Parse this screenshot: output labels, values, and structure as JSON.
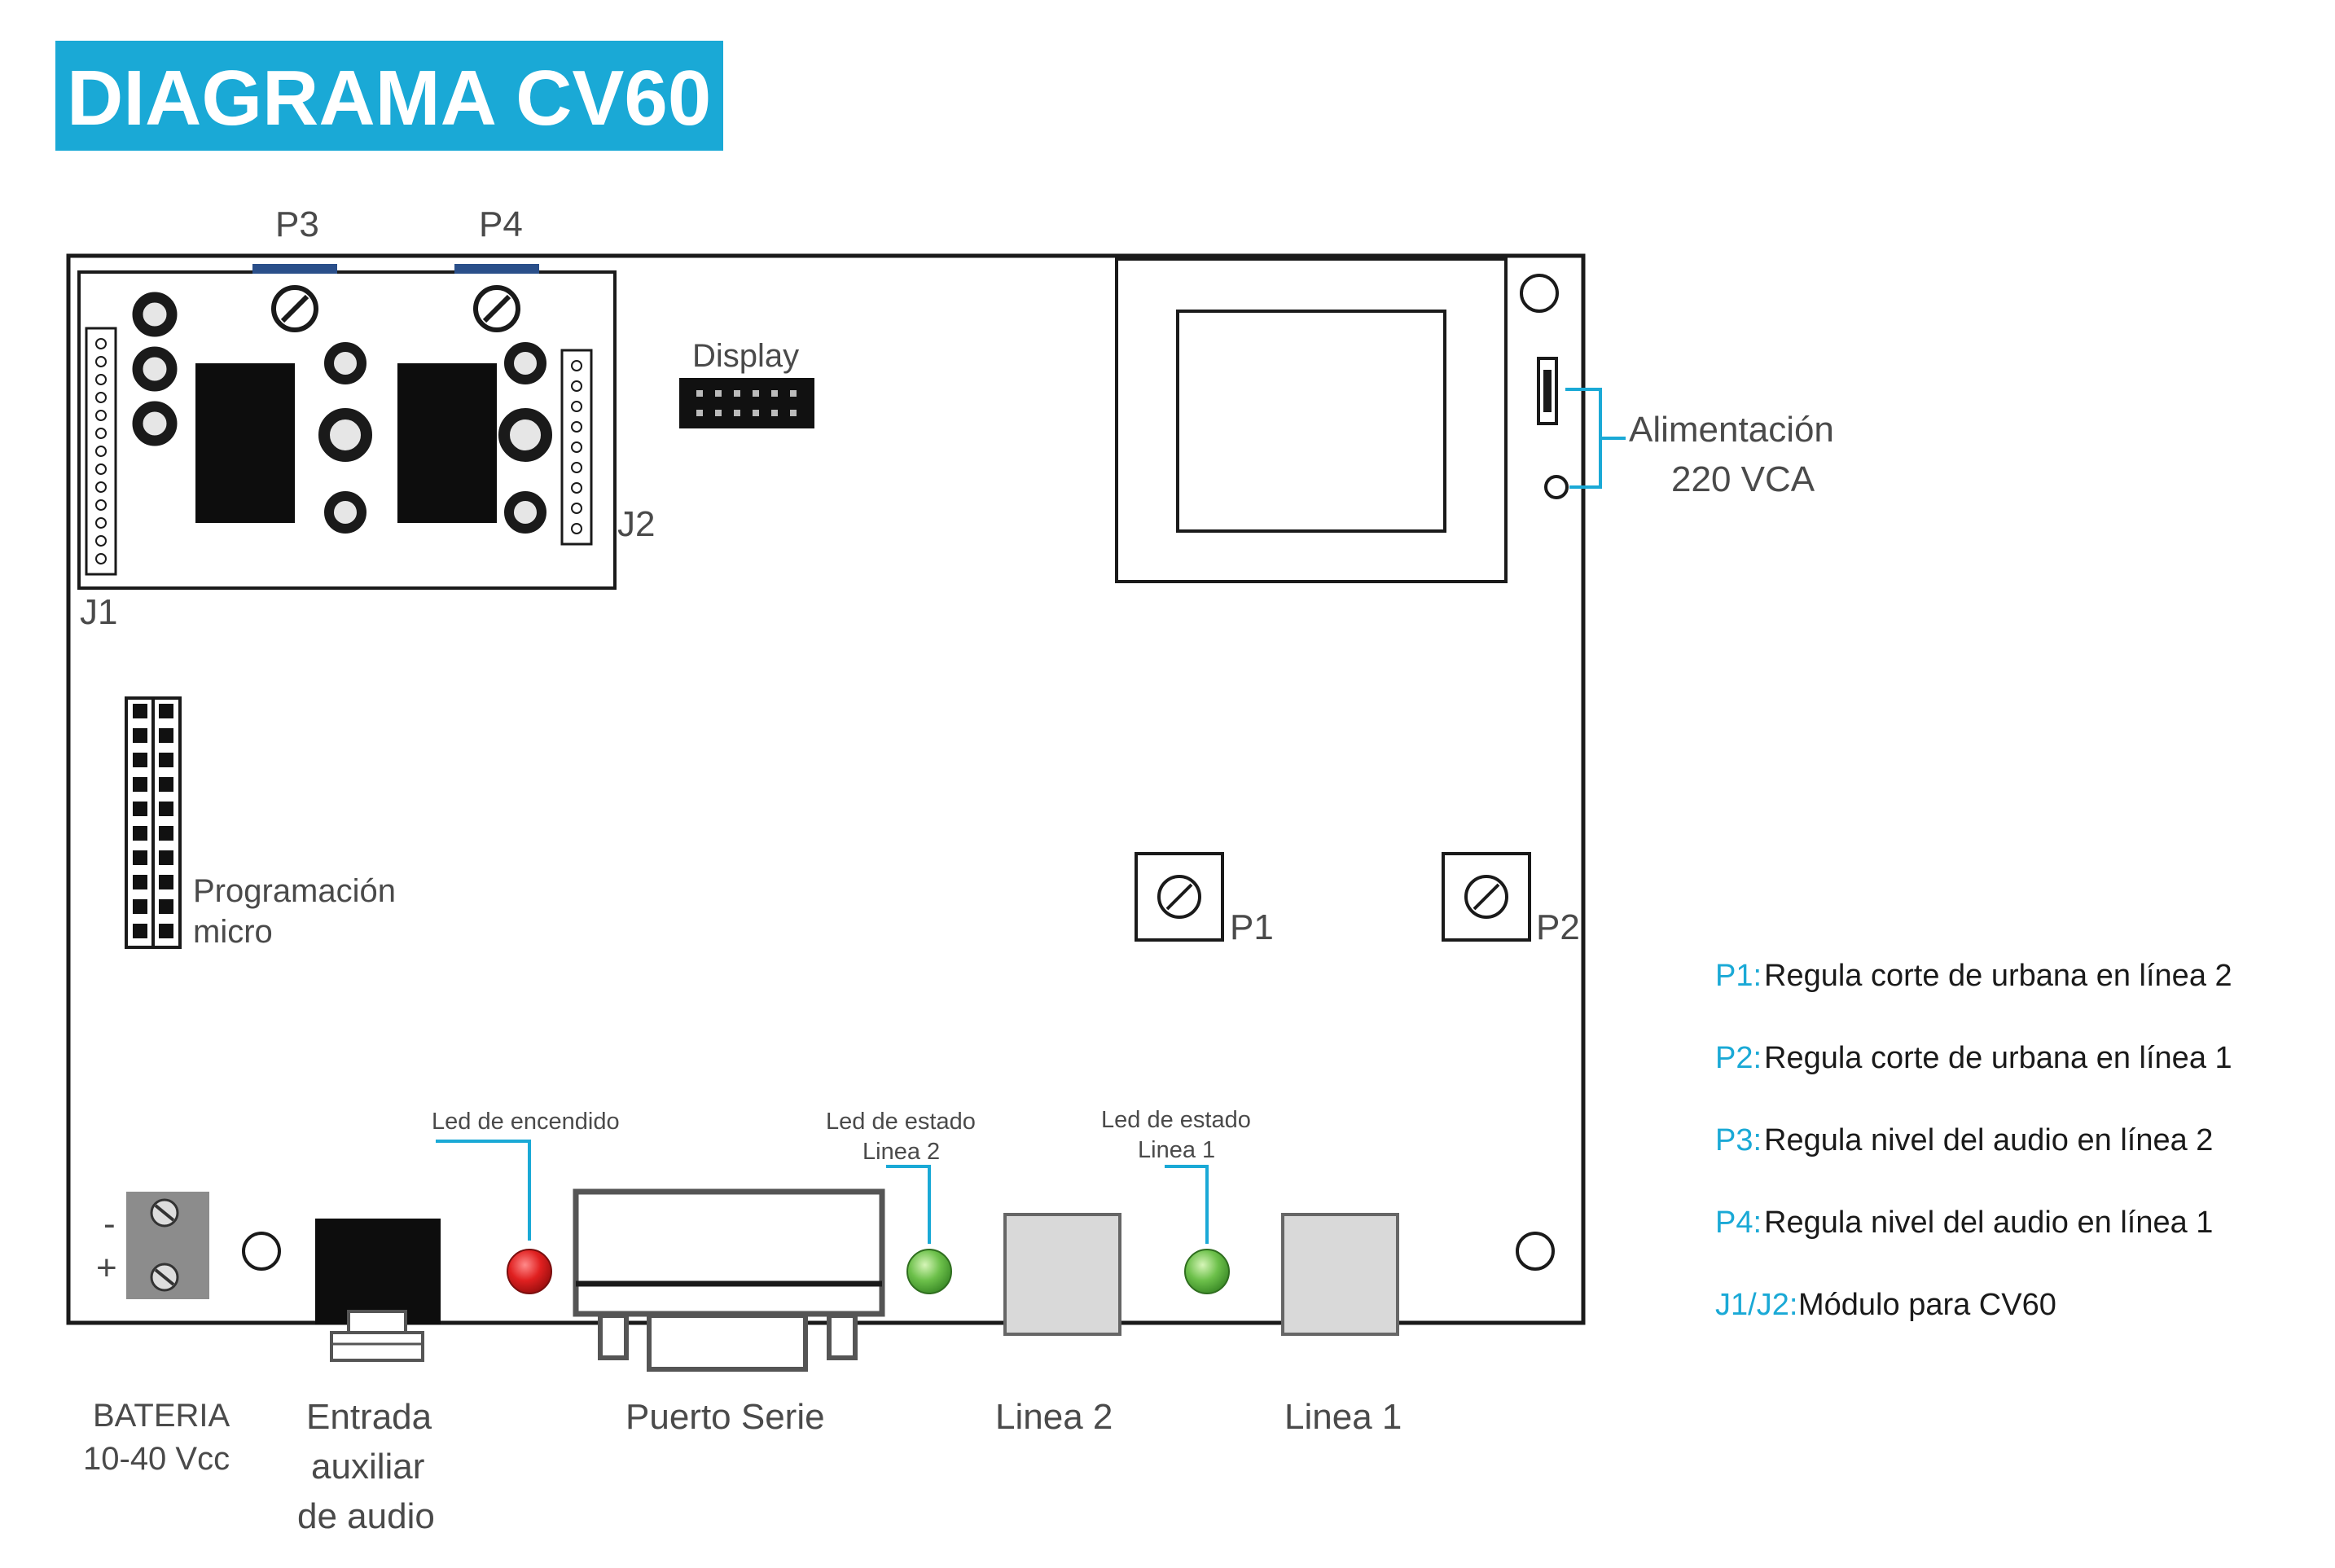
{
  "title": "DIAGRAMA CV60",
  "colors": {
    "accent": "#1aa9d6",
    "led_power": "#e02020",
    "led_status": "#6cc04a",
    "board_line": "#1a1a1a"
  },
  "labels": {
    "p3": "P3",
    "p4": "P4",
    "display": "Display",
    "j1": "J1",
    "j2": "J2",
    "power_line1": "Alimentación",
    "power_line2": "220 VCA",
    "prog_line1": "Programación",
    "prog_line2": "micro",
    "p1": "P1",
    "p2": "P2",
    "led_power": "Led de encendido",
    "led_state2_line1": "Led de estado",
    "led_state2_line2": "Linea 2",
    "led_state1_line1": "Led de estado",
    "led_state1_line2": "Linea 1",
    "minus": "-",
    "plus": "+",
    "battery_line1": "BATERIA",
    "battery_line2": "10-40 Vcc",
    "aux_line1": "Entrada",
    "aux_line2": "auxiliar",
    "aux_line3": "de audio",
    "serial": "Puerto Serie",
    "line2": "Linea 2",
    "line1": "Linea 1"
  },
  "legend": [
    {
      "key": "P1:",
      "text": "Regula corte de urbana en línea 2"
    },
    {
      "key": "P2:",
      "text": "Regula corte de urbana en línea 1"
    },
    {
      "key": "P3:",
      "text": "Regula nivel del audio en línea 2"
    },
    {
      "key": "P4:",
      "text": "Regula nivel del audio en línea 1"
    },
    {
      "key": "J1/J2:",
      "text": "Módulo para CV60"
    }
  ]
}
